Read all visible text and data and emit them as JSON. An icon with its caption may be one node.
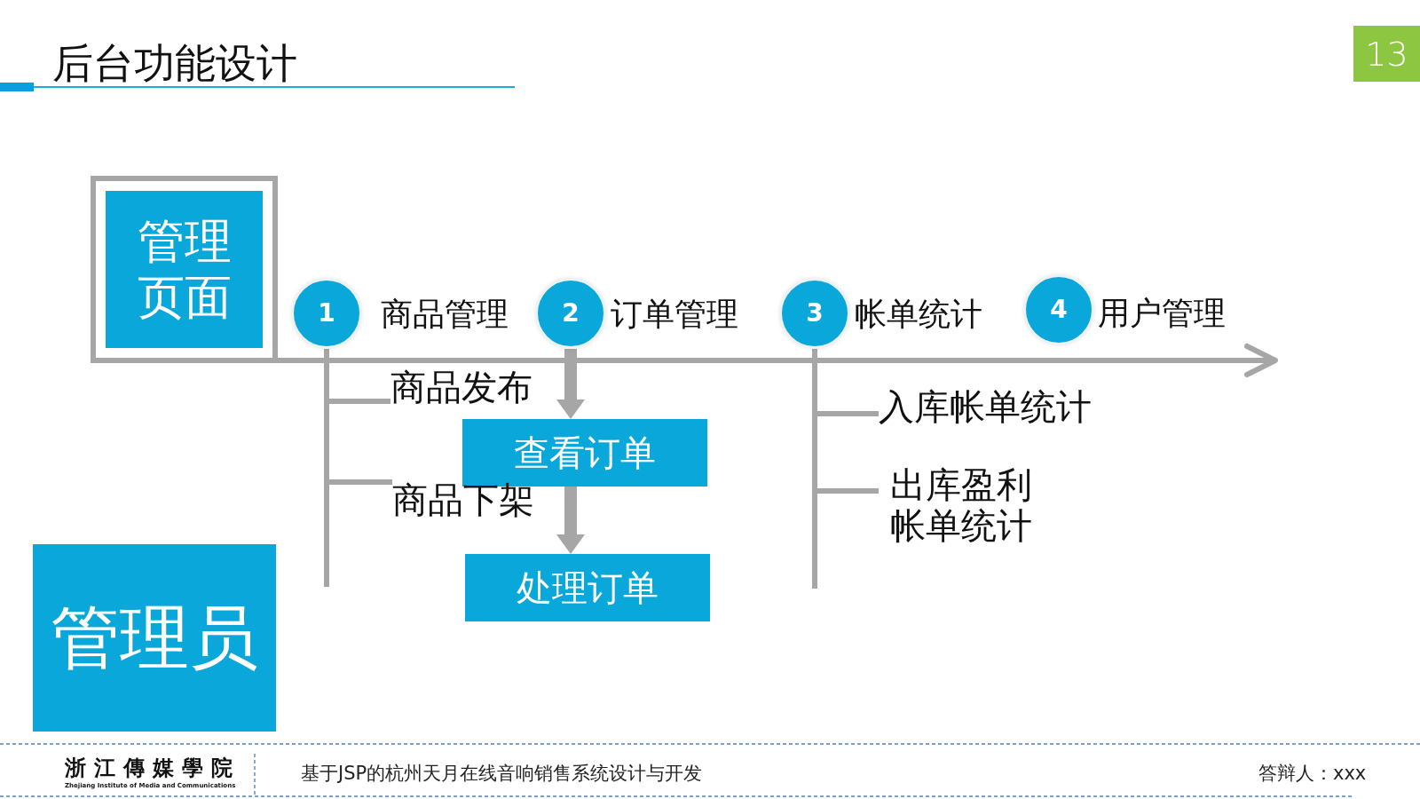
{
  "diagram": {
    "title": "后台功能设计",
    "nodes": [
      {
        "text": [
          "管理页面"
        ]
      },
      {
        "text": [
          "1"
        ],
        "beside": [
          "商品管理"
        ]
      },
      {
        "text": [
          "2"
        ],
        "beside": [
          "订单管理"
        ]
      },
      {
        "text": [
          "3"
        ],
        "beside": [
          "帐单统计"
        ]
      },
      {
        "text": [
          "4"
        ],
        "beside": [
          "用户管理"
        ]
      },
      {
        "text": [
          "商品发布"
        ]
      },
      {
        "text": [
          "查看订单"
        ]
      },
      {
        "text": [
          "商品下架"
        ]
      },
      {
        "text": [
          "处理订单"
        ]
      },
      {
        "text": [
          "入库帐单统计"
        ]
      },
      {
        "text": [
          "出库盈利帐单统计"
        ]
      },
      {
        "text": [
          "管理员"
        ]
      }
    ],
    "edges": [
      {
        "from": 0,
        "to": null,
        "arrow": "to"
      },
      {
        "from": 1,
        "to": 5,
        "arrow": "none"
      },
      {
        "from": 1,
        "to": 7,
        "arrow": "none"
      },
      {
        "from": 2,
        "to": 6,
        "arrow": "to",
        "style": "thick"
      },
      {
        "from": 6,
        "to": 8,
        "arrow": "to",
        "style": "thick"
      },
      {
        "from": 3,
        "to": 9,
        "arrow": "none"
      },
      {
        "from": 3,
        "to": 10,
        "arrow": "none"
      }
    ],
    "labels": [
      "13",
      "浙江傳媒學院",
      "Zhejiang Institute of Media and Communications",
      "基于JSP的杭州天月在线音响销售系统设计与开发",
      "答辩人：xxx"
    ]
  }
}
